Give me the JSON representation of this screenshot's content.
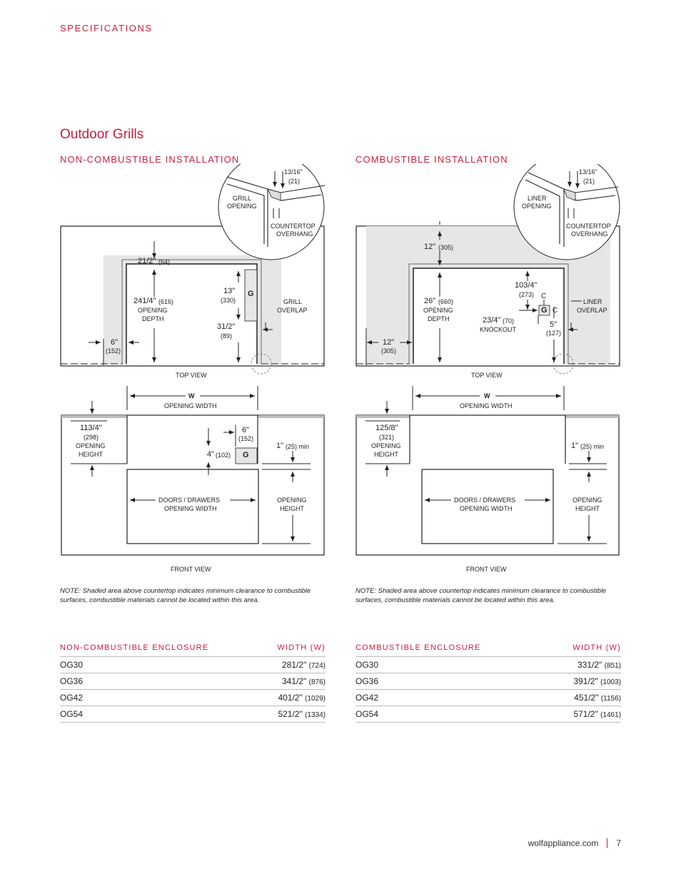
{
  "header": {
    "section_label": "SPECIFICATIONS"
  },
  "page_title": "Outdoor Grills",
  "left": {
    "heading": "NON-COMBUSTIBLE INSTALLATION",
    "detail": {
      "dim_top": "13/16\"",
      "dim_top_mm": "(21)",
      "label1a": "GRILL",
      "label1b": "OPENING",
      "label2a": "COUNTERTOP",
      "label2b": "OVERHANG"
    },
    "top_view": {
      "dim_a": "21/2\"",
      "dim_a_mm": "(64)",
      "depth": "241/4\"",
      "depth_mm": "(616)",
      "depth_l1": "OPENING",
      "depth_l2": "DEPTH",
      "dim_13": "13\"",
      "dim_13_mm": "(330)",
      "dim_31": "31/2\"",
      "dim_31_mm": "(89)",
      "g": "G",
      "overlap1": "GRILL",
      "overlap2": "OVERLAP",
      "dim_6": "6\"",
      "dim_6_mm": "(152)",
      "caption": "TOP VIEW"
    },
    "front_view": {
      "w": "W",
      "w_label": "OPENING WIDTH",
      "height": "113/4\"",
      "height_mm": "(298)",
      "height_l1": "OPENING",
      "height_l2": "HEIGHT",
      "dim_6": "6\"",
      "dim_6_mm": "(152)",
      "dim_4": "4\"",
      "dim_4_mm": "(102)",
      "g": "G",
      "dim_1": "1\"",
      "dim_1_mm": "(25) min",
      "doors1": "DOORS / DRAWERS",
      "doors2": "OPENING WIDTH",
      "oh1": "OPENING",
      "oh2": "HEIGHT",
      "caption": "FRONT VIEW"
    },
    "note": "NOTE: Shaded area above countertop indicates minimum clearance to combustible surfaces, combustible materials cannot be located within this area.",
    "table": {
      "col1": "NON-COMBUSTIBLE ENCLOSURE",
      "col2": "WIDTH (W)",
      "rows": [
        {
          "model": "OG30",
          "whole": "28",
          "mm": "(724)"
        },
        {
          "model": "OG36",
          "whole": "34",
          "mm": "(876)"
        },
        {
          "model": "OG42",
          "whole": "40",
          "mm": "(1029)"
        },
        {
          "model": "OG54",
          "whole": "52",
          "mm": "(1334)"
        }
      ]
    }
  },
  "right": {
    "heading": "COMBUSTIBLE INSTALLATION",
    "detail": {
      "dim_top": "13/16\"",
      "dim_top_mm": "(21)",
      "label1a": "LINER",
      "label1b": "OPENING",
      "label2a": "COUNTERTOP",
      "label2b": "OVERHANG"
    },
    "top_view": {
      "dim_12_top": "12\"",
      "dim_12_top_mm": "(305)",
      "depth": "26\"",
      "depth_mm": "(660)",
      "depth_l1": "OPENING",
      "depth_l2": "DEPTH",
      "dim_10": "103/4\"",
      "dim_10_mm": "(273)",
      "dim_23": "23/4\"",
      "dim_23_mm": "(70)",
      "knockout": "KNOCKOUT",
      "g": "G",
      "cl": "C",
      "dim_5": "5\"",
      "dim_5_mm": "(127)",
      "overlap1": "LINER",
      "overlap2": "OVERLAP",
      "dim_12_side": "12\"",
      "dim_12_side_mm": "(305)",
      "caption": "TOP VIEW"
    },
    "front_view": {
      "w": "W",
      "w_label": "OPENING WIDTH",
      "height": "125/8\"",
      "height_mm": "(321)",
      "height_l1": "OPENING",
      "height_l2": "HEIGHT",
      "dim_1": "1\"",
      "dim_1_mm": "(25) min",
      "doors1": "DOORS / DRAWERS",
      "doors2": "OPENING WIDTH",
      "oh1": "OPENING",
      "oh2": "HEIGHT",
      "caption": "FRONT VIEW"
    },
    "note": "NOTE: Shaded area above countertop indicates minimum clearance to combustible surfaces, combustible materials cannot be located within this area.",
    "table": {
      "col1": "COMBUSTIBLE ENCLOSURE",
      "col2": "WIDTH (W)",
      "rows": [
        {
          "model": "OG30",
          "whole": "33",
          "mm": "(851)"
        },
        {
          "model": "OG36",
          "whole": "39",
          "mm": "(1003)"
        },
        {
          "model": "OG42",
          "whole": "45",
          "mm": "(1156)"
        },
        {
          "model": "OG54",
          "whole": "57",
          "mm": "(1461)"
        }
      ]
    }
  },
  "fraction": "1/2\"",
  "footer": {
    "site": "wolfappliance.com",
    "page": "7"
  },
  "colors": {
    "accent": "#c41f3a",
    "shade": "#e6e6e6"
  }
}
